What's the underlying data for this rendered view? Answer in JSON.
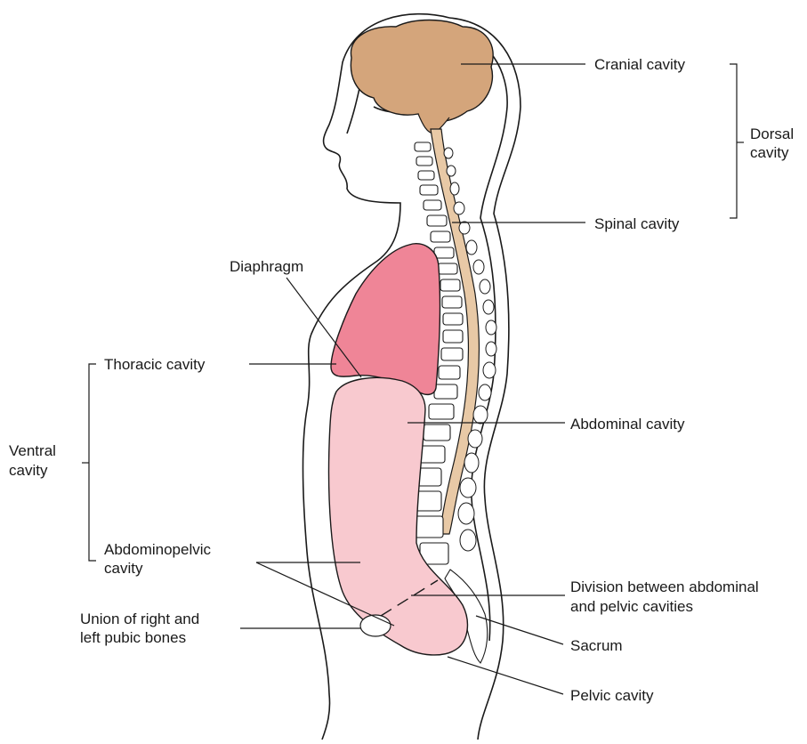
{
  "labels": {
    "cranial": "Cranial cavity",
    "spinal": "Spinal cavity",
    "dorsal_line1": "Dorsal",
    "dorsal_line2": "cavity",
    "diaphragm": "Diaphragm",
    "thoracic": "Thoracic cavity",
    "ventral_line1": "Ventral",
    "ventral_line2": "cavity",
    "abdominal": "Abdominal cavity",
    "abdominopelvic_line1": "Abdominopelvic",
    "abdominopelvic_line2": "cavity",
    "division_line1": "Division between abdominal",
    "division_line2": "and pelvic cavities",
    "sacrum": "Sacrum",
    "pubic_line1": "Union of right and",
    "pubic_line2": "left pubic bones",
    "pelvic": "Pelvic cavity"
  },
  "colors": {
    "brain": "#d4a57b",
    "lung": "#ef8597",
    "abdomen": "#f8c9cf",
    "spinal_cord": "#e8c9a6",
    "outline": "#1a1a1a"
  }
}
